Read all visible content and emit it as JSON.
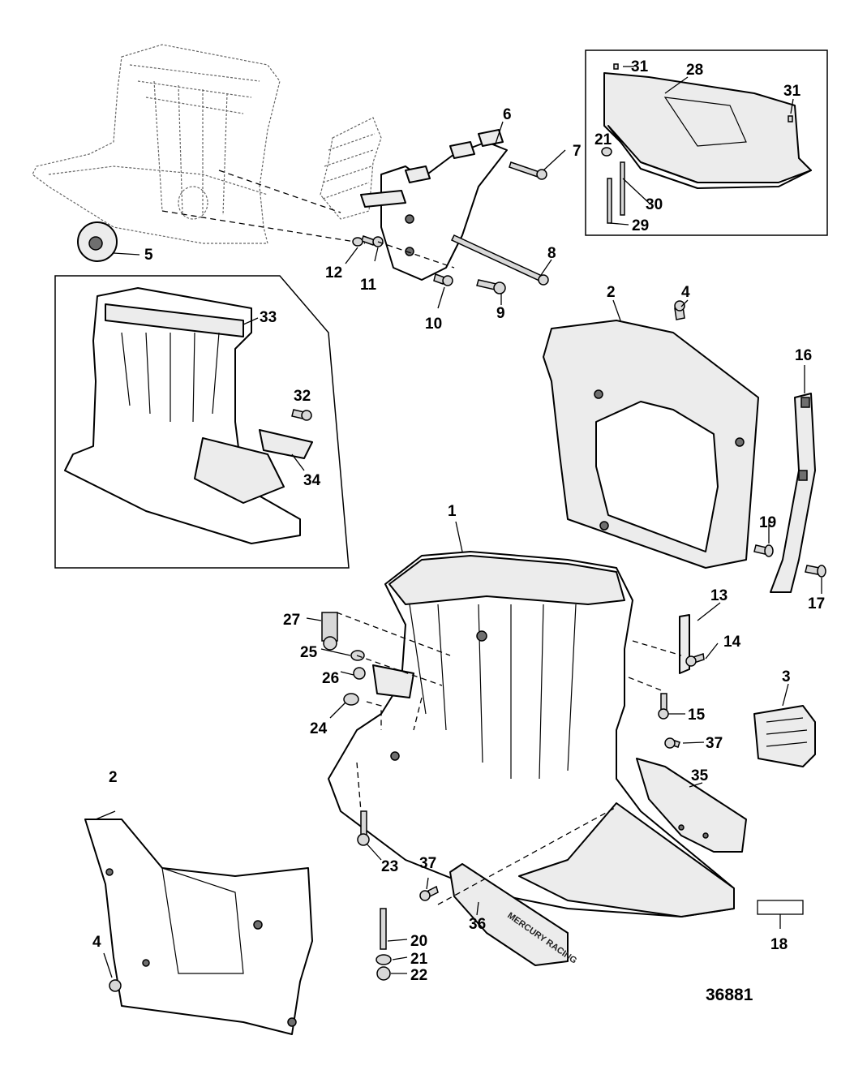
{
  "figure_number": "36881",
  "callouts": [
    "1",
    "2",
    "3",
    "4",
    "5",
    "6",
    "7",
    "8",
    "9",
    "10",
    "11",
    "12",
    "13",
    "14",
    "15",
    "16",
    "17",
    "18",
    "19",
    "20",
    "21",
    "22",
    "23",
    "24",
    "25",
    "26",
    "27",
    "28",
    "29",
    "30",
    "31",
    "32",
    "33",
    "34",
    "35",
    "36",
    "37"
  ],
  "decal_text": "MERCURY RACING"
}
